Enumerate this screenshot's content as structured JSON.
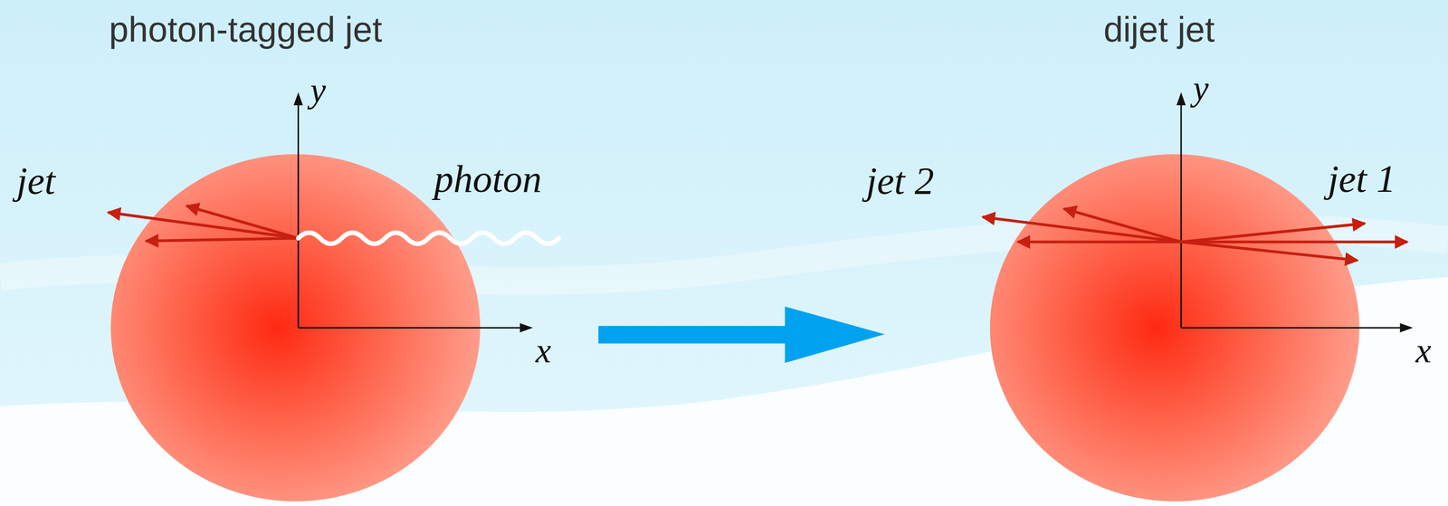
{
  "diagram": {
    "labels": [
      "photon-tagged jet",
      "dijet jet",
      "y",
      "jet",
      "photon",
      "x",
      "jet 2",
      "y",
      "jet 1",
      "x"
    ]
  }
}
